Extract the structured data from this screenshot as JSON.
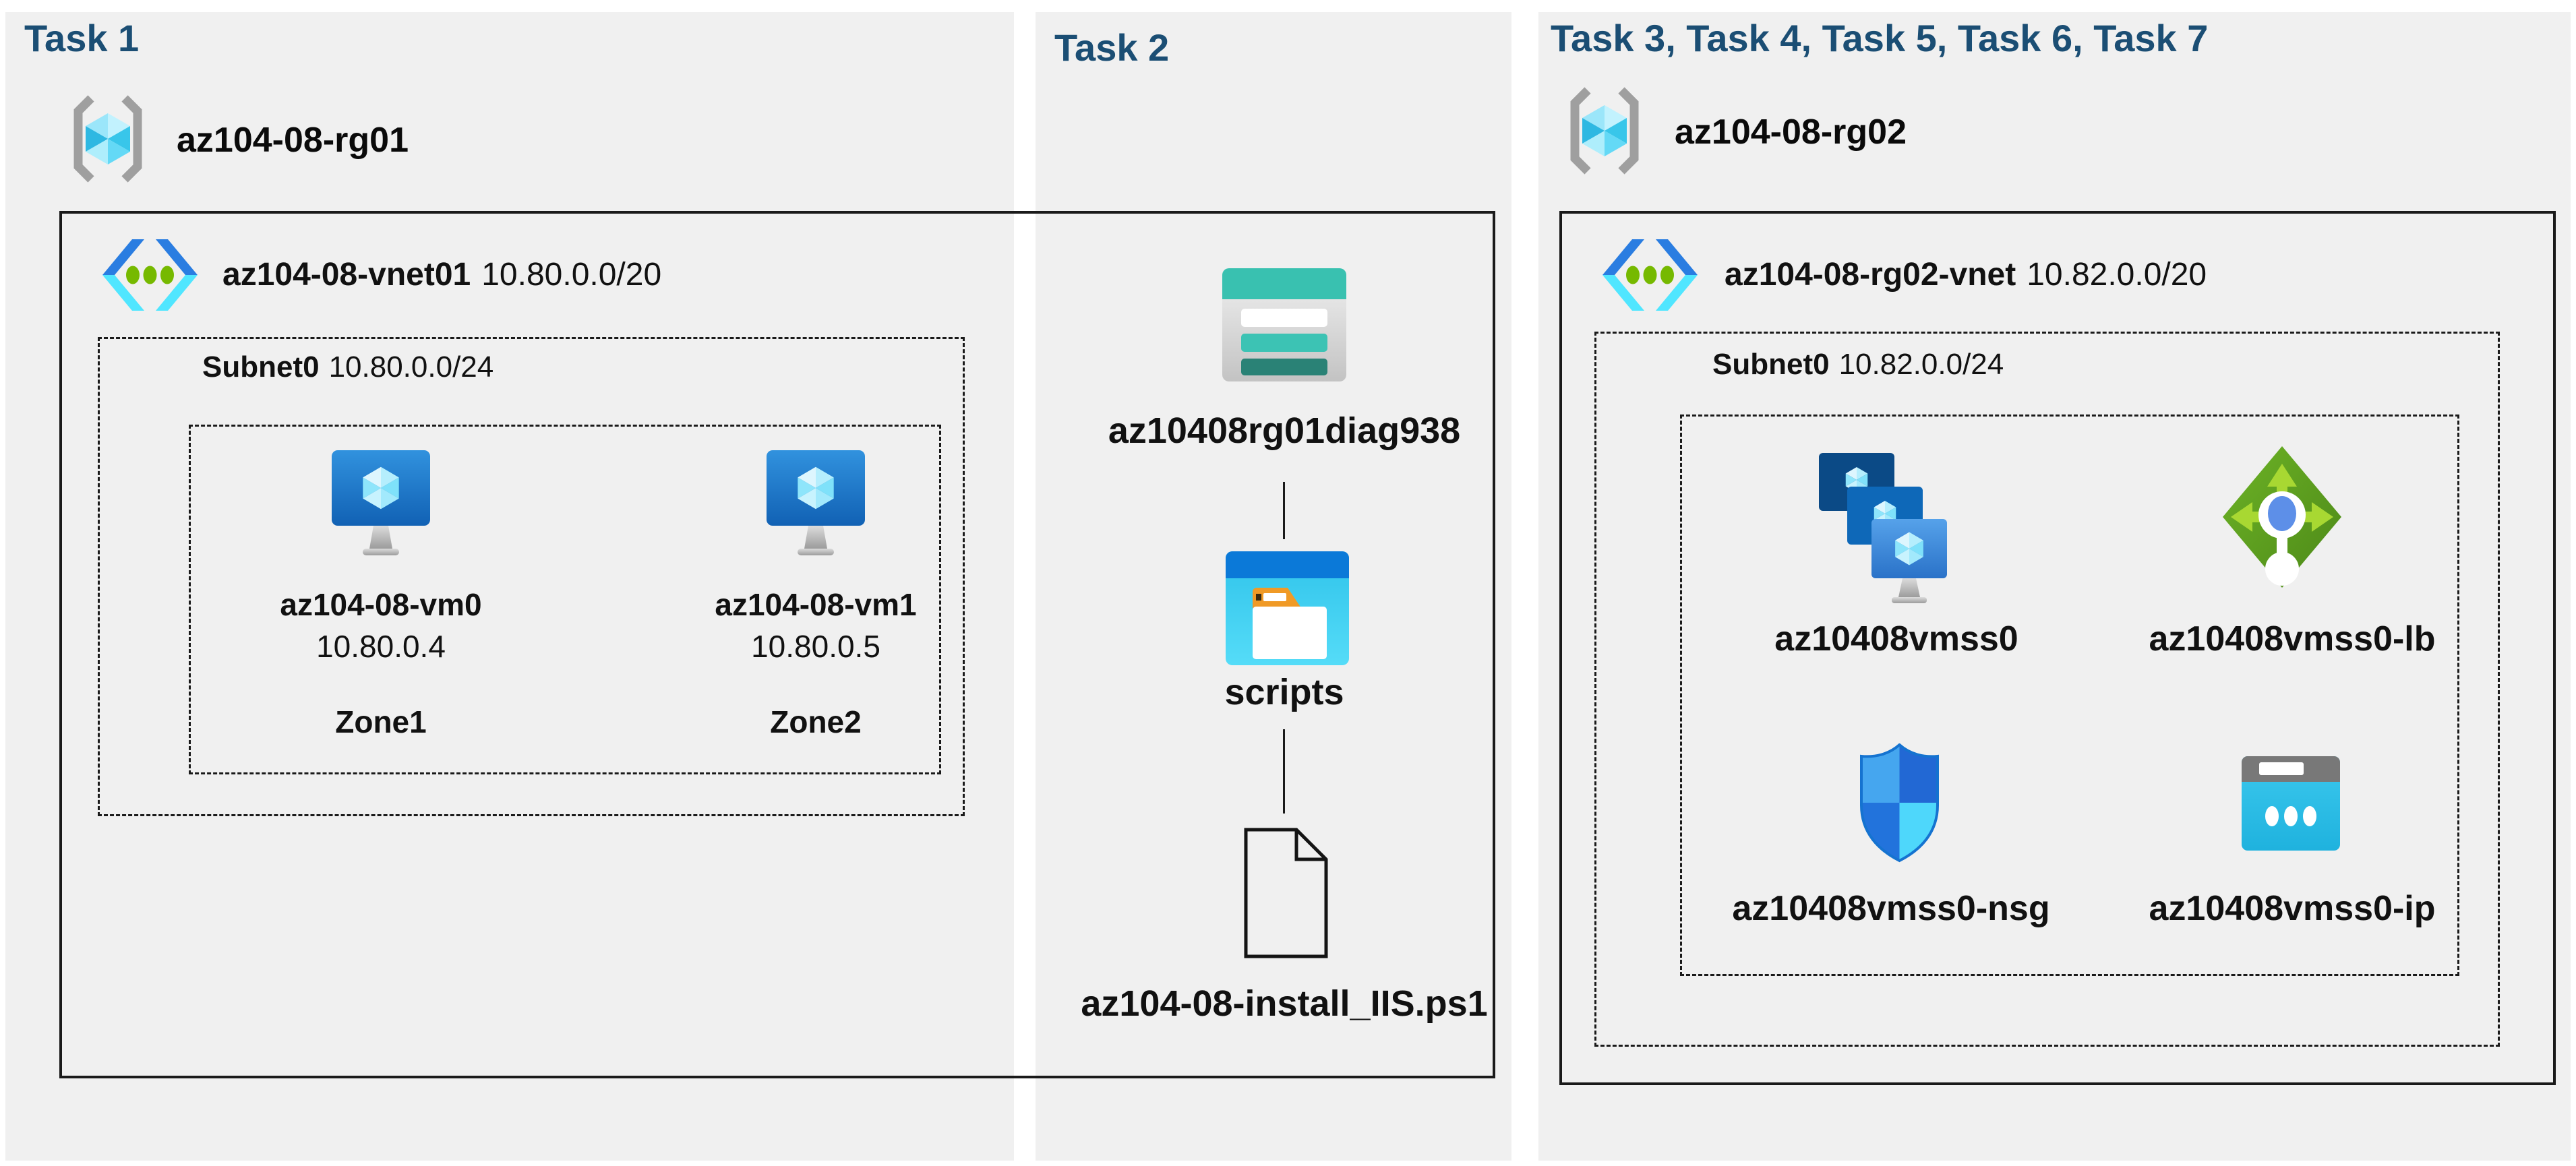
{
  "task1": {
    "title": "Task 1",
    "resource_group": "az104-08-rg01",
    "vnet": {
      "name": "az104-08-vnet01",
      "cidr": "10.80.0.0/20"
    },
    "subnet": {
      "name": "Subnet0",
      "cidr": "10.80.0.0/24"
    },
    "vms": [
      {
        "name": "az104-08-vm0",
        "ip": "10.80.0.4",
        "zone": "Zone1"
      },
      {
        "name": "az104-08-vm1",
        "ip": "10.80.0.5",
        "zone": "Zone2"
      }
    ]
  },
  "task2": {
    "title": "Task 2",
    "storage_account": "az10408rg01diag938",
    "container": "scripts",
    "script_file": "az104-08-install_IIS.ps1"
  },
  "task3": {
    "title": "Task 3, Task 4, Task 5, Task 6, Task 7",
    "resource_group": "az104-08-rg02",
    "vnet": {
      "name": "az104-08-rg02-vnet",
      "cidr": "10.82.0.0/20"
    },
    "subnet": {
      "name": "Subnet0",
      "cidr": "10.82.0.0/24"
    },
    "resources": {
      "vmss": "az10408vmss0",
      "lb": "az10408vmss0-lb",
      "nsg": "az10408vmss0-nsg",
      "ip": "az10408vmss0-ip"
    }
  },
  "colors": {
    "title_navy": "#1b4e74",
    "panel_gray": "#f0f0f0",
    "storage_teal": "#39c1b0",
    "vnet_blue": "#2a7de1",
    "vnet_cyan": "#50e6ff",
    "dot_green": "#76b900",
    "lb_green": "#5f9e1f",
    "folder_orange": "#f09a26"
  }
}
